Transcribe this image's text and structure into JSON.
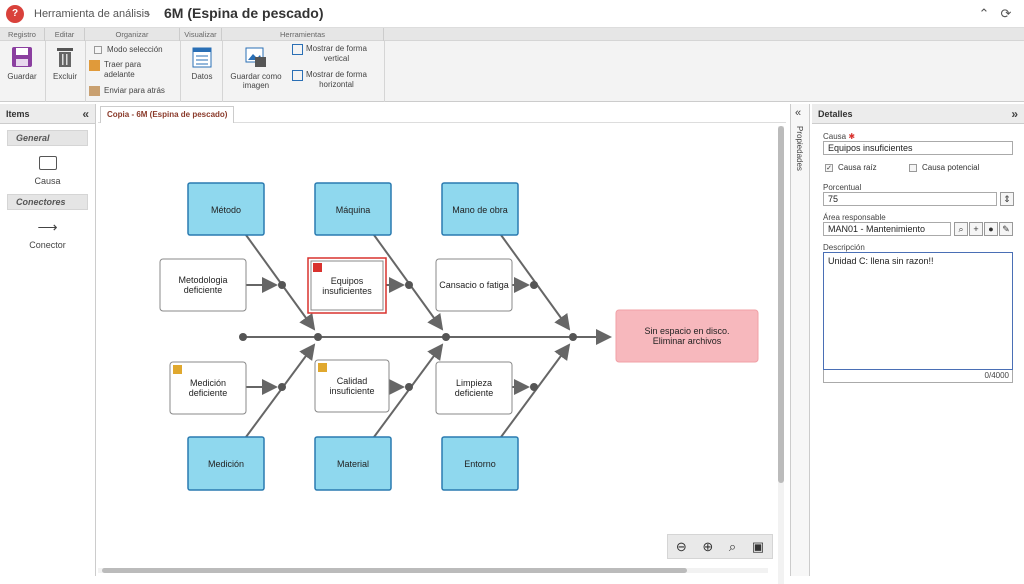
{
  "header": {
    "breadcrumb": "Herramienta de análisis",
    "separator": "›",
    "title": "6M (Espina de pescado)"
  },
  "ribbon": {
    "groups": [
      "Registro",
      "Editar",
      "Organizar",
      "Visualizar",
      "Herramientas"
    ],
    "save": "Guardar",
    "delete": "Excluir",
    "select_mode": "Modo selección",
    "bring_forward_1": "Traer para",
    "bring_forward_2": "adelante",
    "send_back": "Enviar para atrás",
    "data": "Datos",
    "save_image_1": "Guardar como",
    "save_image_2": "imagen",
    "show_vertical_1": "Mostrar de forma",
    "show_vertical_2": "vertical",
    "show_horizontal_1": "Mostrar de forma",
    "show_horizontal_2": "horizontal"
  },
  "items_panel": {
    "title": "Items",
    "general": "General",
    "cause": "Causa",
    "connectors": "Conectores",
    "connector": "Conector"
  },
  "canvas": {
    "tab": "Copia - 6M (Espina de pescado)",
    "categories": [
      "Método",
      "Máquina",
      "Mano de obra",
      "Medición",
      "Material",
      "Entorno"
    ],
    "causes": [
      "Metodologia deficiente",
      "Equipos insuficientes",
      "Cansacio o fatiga",
      "Medición deficiente",
      "Calidad insuficiente",
      "Limpieza deficiente"
    ],
    "effect": "Sin espacio en disco. Eliminar archivos"
  },
  "props_strip": {
    "label": "Propiedades"
  },
  "details": {
    "title": "Detalles",
    "cause_label": "Causa",
    "cause_value": "Equipos insuficientes",
    "root_cause": "Causa raíz",
    "root_cause_checked": true,
    "potential_cause": "Causa potencial",
    "potential_cause_checked": false,
    "percent_label": "Porcentual",
    "percent_value": "75",
    "area_label": "Área responsable",
    "area_value": "MAN01 - Mantenimiento",
    "desc_label": "Descripción",
    "desc_value": "Unidad C: llena sin razon!!",
    "counter": "0/4000"
  },
  "colors": {
    "category_fill": "#8fd8ee",
    "category_stroke": "#2a7ab0",
    "effect_fill": "#f7b8bd",
    "selected_stroke": "#d9322e",
    "accent": "#d9413b"
  }
}
